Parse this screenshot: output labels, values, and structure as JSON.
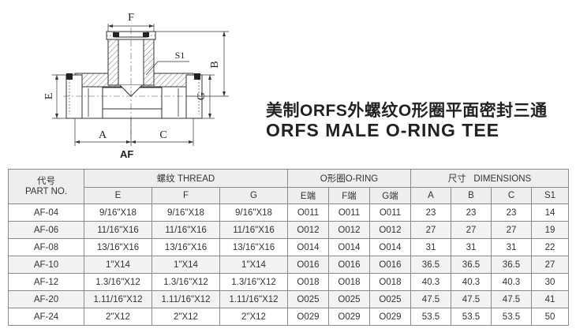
{
  "drawing": {
    "labels": {
      "F": "F",
      "S1": "S1",
      "B": "B",
      "E": "E",
      "G": "G",
      "A": "A",
      "C": "C"
    },
    "part_code": "AF"
  },
  "title": {
    "cn": "美制ORFS外螺纹O形圈平面密封三通",
    "en": "ORFS MALE O-RING TEE"
  },
  "table": {
    "part_header_cn": "代号",
    "part_header_en": "PART NO.",
    "group_thread": "螺纹 THREAD",
    "group_oring": "O形圈O-RING",
    "group_dims": "尺寸   DIMENSIONS",
    "sub_headers": [
      "E",
      "F",
      "G",
      "E端",
      "F端",
      "G端",
      "A",
      "B",
      "C",
      "S1"
    ],
    "rows": [
      [
        "AF-04",
        "9/16\"X18",
        "9/16\"X18",
        "9/16\"X18",
        "O011",
        "O011",
        "O011",
        "23",
        "23",
        "23",
        "14"
      ],
      [
        "AF-06",
        "11/16\"X16",
        "11/16\"X16",
        "11/16\"X16",
        "O012",
        "O012",
        "O012",
        "27",
        "27",
        "27",
        "19"
      ],
      [
        "AF-08",
        "13/16\"X16",
        "13/16\"X16",
        "13/16\"X16",
        "O014",
        "O014",
        "O014",
        "31",
        "31",
        "31",
        "22"
      ],
      [
        "AF-10",
        "1\"X14",
        "1\"X14",
        "1\"X14",
        "O016",
        "O016",
        "O016",
        "36.5",
        "36.5",
        "36.5",
        "27"
      ],
      [
        "AF-12",
        "1.3/16\"X12",
        "1.3/16\"X12",
        "1.3/16\"X12",
        "O018",
        "O018",
        "O018",
        "40.3",
        "40.3",
        "40.3",
        "30"
      ],
      [
        "AF-20",
        "1.11/16\"X12",
        "1.11/16\"X12",
        "1.11/16\"X12",
        "O025",
        "O025",
        "O025",
        "47.5",
        "47.5",
        "47.5",
        "41"
      ],
      [
        "AF-24",
        "2\"X12",
        "2\"X12",
        "2\"X12",
        "O029",
        "O029",
        "O029",
        "53.5",
        "53.5",
        "53.5",
        "50"
      ]
    ]
  }
}
